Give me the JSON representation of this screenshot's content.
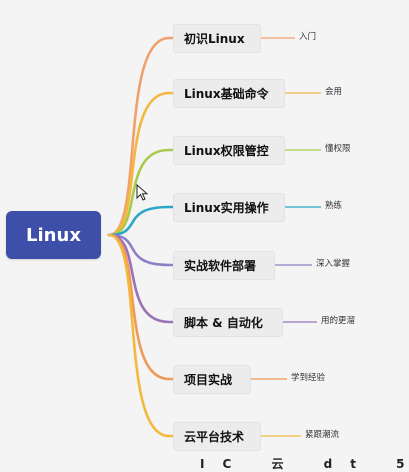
{
  "root": {
    "label": "Linux"
  },
  "branches": [
    {
      "topic": "初识Linux",
      "leaf": "入门",
      "color": "#f2a06b"
    },
    {
      "topic": "Linux基础命令",
      "leaf": "会用",
      "color": "#f4b840"
    },
    {
      "topic": "Linux权限管控",
      "leaf": "懂权限",
      "color": "#a9c94a"
    },
    {
      "topic": "Linux实用操作",
      "leaf": "熟练",
      "color": "#2aa6c6"
    },
    {
      "topic": "实战软件部署",
      "leaf": "深入掌握",
      "color": "#8e80c4"
    },
    {
      "topic": "脚本 & 自动化",
      "leaf": "用的更溜",
      "color": "#9a72b6"
    },
    {
      "topic": "项目实战",
      "leaf": "学到经验",
      "color": "#ef9a5a"
    },
    {
      "topic": "云平台技术",
      "leaf": "紧跟潮流",
      "color": "#f2b93e"
    }
  ],
  "bottom_partial": "IC 云 dt 5"
}
